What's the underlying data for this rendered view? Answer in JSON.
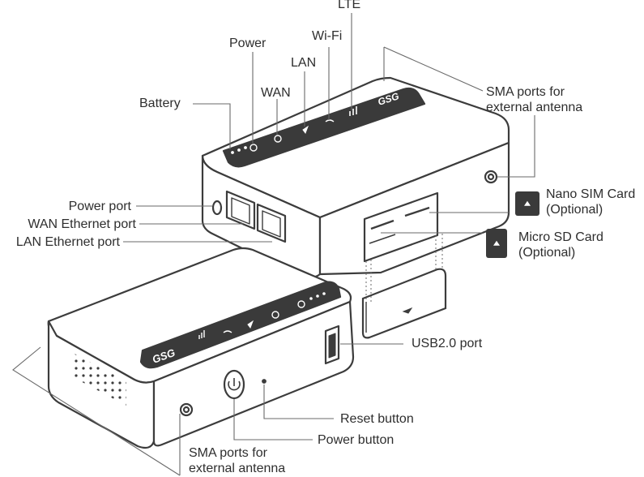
{
  "labels": {
    "lte": "LTE",
    "wifi": "Wi-Fi",
    "power": "Power",
    "lan": "LAN",
    "wan": "WAN",
    "battery": "Battery",
    "sma_top_line1": "SMA ports for",
    "sma_top_line2": "external antenna",
    "power_port": "Power port",
    "wan_ethernet_port": "WAN Ethernet port",
    "lan_ethernet_port": "LAN Ethernet port",
    "nano_sim_line1": "Nano SIM Card",
    "nano_sim_line2": "(Optional)",
    "micro_sd_line1": "Micro SD Card",
    "micro_sd_line2": "(Optional)",
    "usb_port": "USB2.0 port",
    "reset_button": "Reset button",
    "power_button": "Power button",
    "sma_bottom_line1": "SMA ports for",
    "sma_bottom_line2": "external antenna"
  },
  "logo_text": "GSG",
  "colors": {
    "outline": "#3c3c3c",
    "panel": "#3a3a3a",
    "text": "#2e2e2e",
    "leader": "#6a6a6a"
  }
}
